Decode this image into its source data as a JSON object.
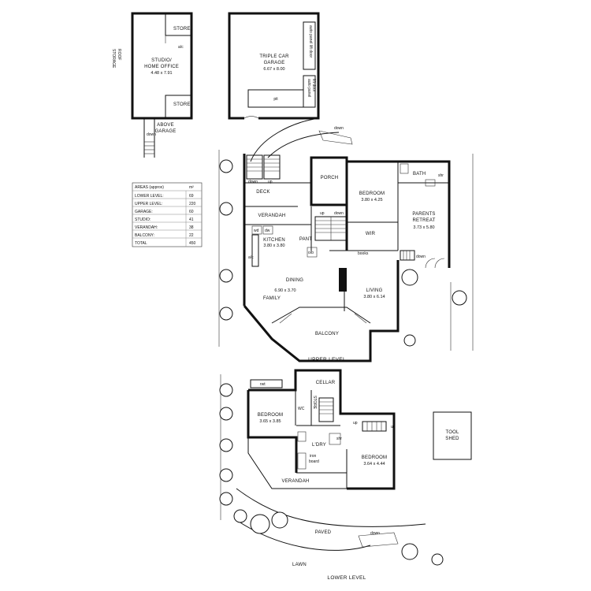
{
  "studio": {
    "store_top": "STORE",
    "ac": "a/c",
    "title_line1": "STUDIO/",
    "title_line2": "HOME OFFICE",
    "dims": "4.48 x 7.91",
    "store_bottom": "STORE",
    "roof_line1": "ROOF",
    "roof_line2": "STORAGE",
    "above_line1": "ABOVE",
    "above_line2": "GARAGE",
    "down": "down"
  },
  "garage": {
    "title_line1": "TRIPLE CAR",
    "title_line2": "GARAGE",
    "dims": "6.67 x 8.00",
    "pit": "pit",
    "door_top": "auto panel lift door",
    "door_bottom_line1": "auto panel",
    "door_bottom_line2": "lift door",
    "down": "down"
  },
  "areas": {
    "header": "AREAS (approx)",
    "unit": "m²",
    "rows": [
      {
        "label": "LOWER LEVEL:",
        "value": "69"
      },
      {
        "label": "UPPER LEVEL:",
        "value": "220"
      },
      {
        "label": "GARAGE:",
        "value": "60"
      },
      {
        "label": "STUDIO:",
        "value": "41"
      },
      {
        "label": "VERANDAH:",
        "value": "38"
      },
      {
        "label": "BALCONY:",
        "value": "22"
      },
      {
        "label": "TOTAL",
        "value": "450"
      }
    ]
  },
  "upper": {
    "level_label": "UPPER LEVEL",
    "down_left": "down",
    "up": "up",
    "deck": "DECK",
    "verandah": "VERANDAH",
    "porch": "PORCH",
    "bedroom": "BEDROOM",
    "bedroom_dims": "3.80 x 4.25",
    "bath": "BATH",
    "shr": "shr",
    "parents_line1": "PARENTS",
    "parents_line2": "RETREAT",
    "parents_dims": "3.73 x 5.80",
    "up_mid": "up",
    "down_mid": "down",
    "wir": "WIR",
    "wd": "wd",
    "dw": "dw",
    "kitchen": "KITCHEN",
    "kitchen_dims": "3.80 x 3.80",
    "pant": "PANT",
    "ob": "o/b",
    "books": "books",
    "down_right": "down",
    "ac": "a/c",
    "dining": "DINING",
    "dining_dims": "6.90 x 3.70",
    "living": "LIVING",
    "living_dims": "3.80 x 6.14",
    "family": "FAMILY",
    "balcony": "BALCONY"
  },
  "lower": {
    "level_label": "LOWER LEVEL",
    "rwt": "rwt",
    "cellar": "CELLAR",
    "store": "STORE",
    "wc": "WC",
    "bedroom1": "BEDROOM",
    "bedroom1_dims": "3.65 x 3.85",
    "up": "up",
    "up2": "up",
    "ldry": "L'DRY",
    "shr": "shr",
    "iron_line1": "iron",
    "iron_line2": "board",
    "bedroom2": "BEDROOM",
    "bedroom2_dims": "3.64 x 4.44",
    "verandah": "VERANDAH",
    "paved": "PAVED",
    "down": "down",
    "lawn": "LAWN"
  },
  "tool_shed": {
    "line1": "TOOL",
    "line2": "SHED"
  }
}
